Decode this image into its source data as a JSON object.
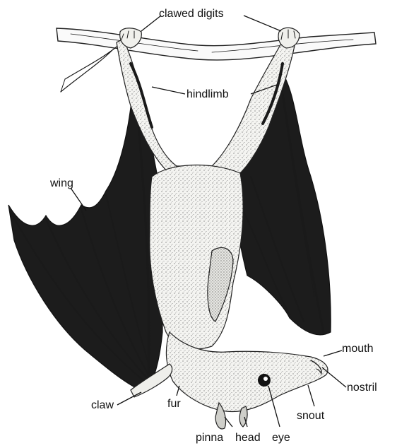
{
  "diagram": {
    "labels": {
      "clawed_digits": "clawed digits",
      "hindlimb": "hindlimb",
      "wing": "wing",
      "mouth": "mouth",
      "nostril": "nostril",
      "claw": "claw",
      "fur": "fur",
      "snout": "snout",
      "pinna": "pinna",
      "head": "head",
      "eye": "eye"
    },
    "colors": {
      "ink": "#1a1a1a",
      "wing_membrane": "#1c1c1c",
      "fur_fill": "#f2f2ef",
      "background": "#ffffff"
    }
  }
}
